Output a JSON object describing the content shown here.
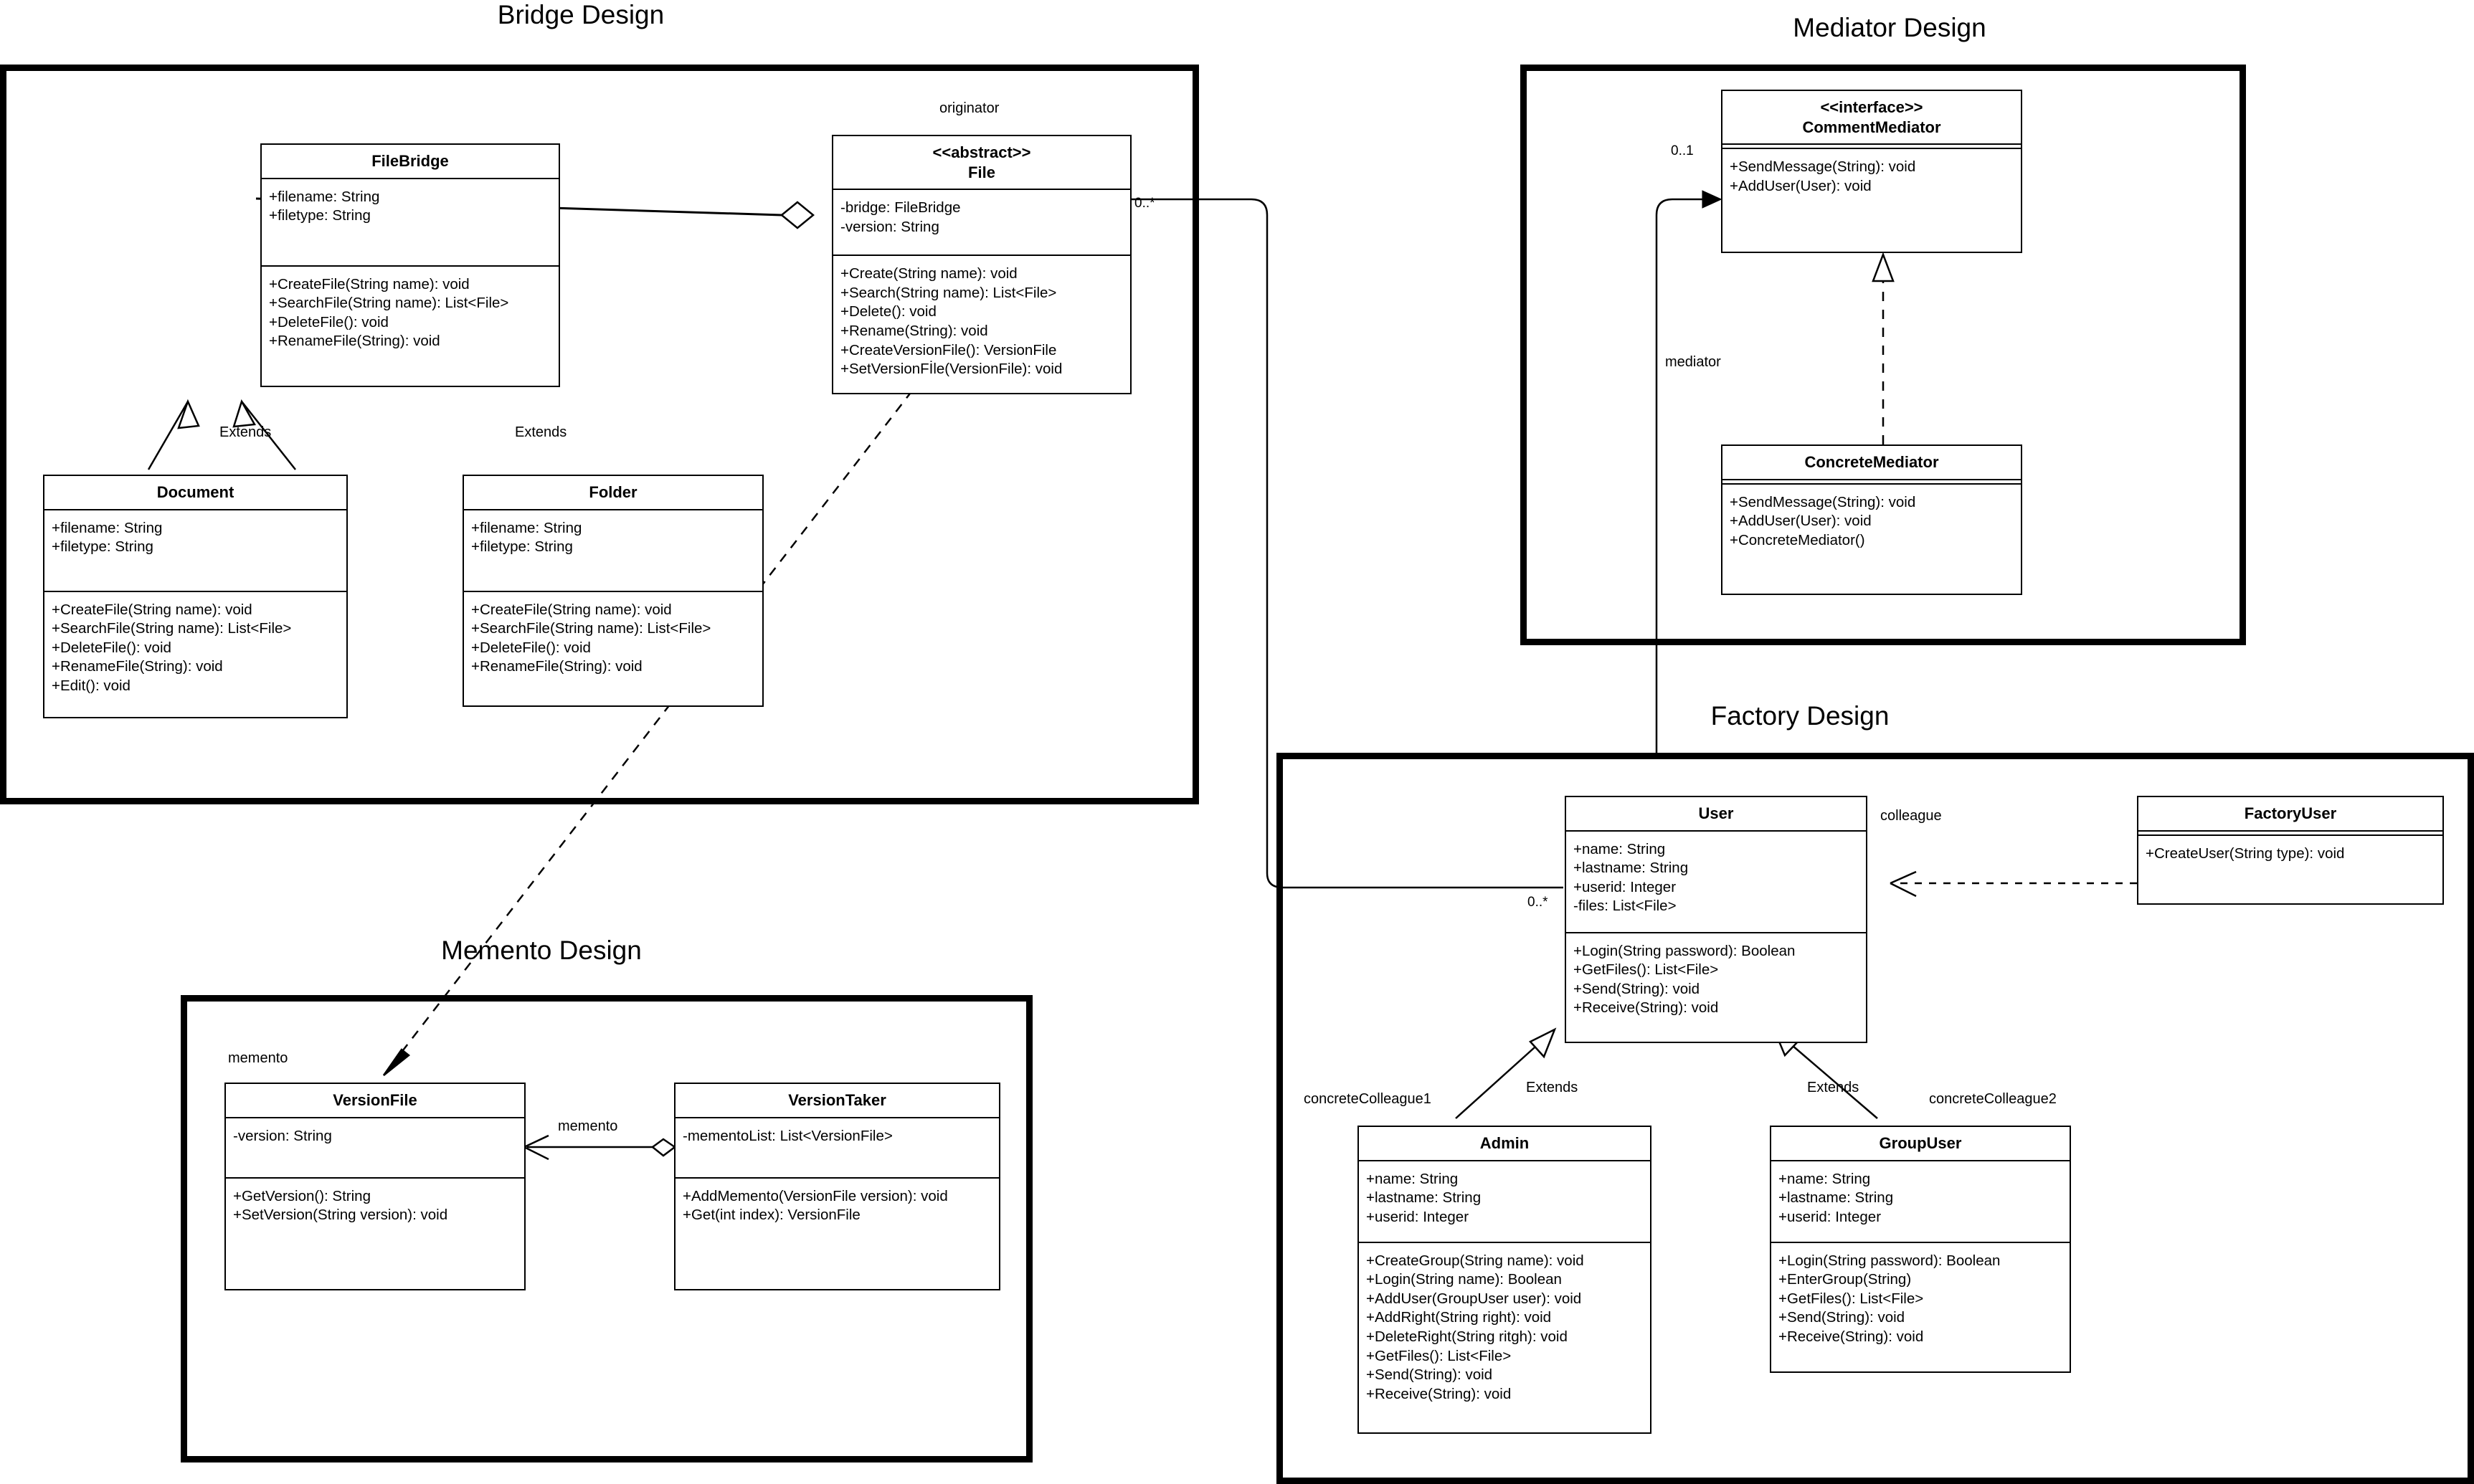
{
  "sections": [
    {
      "id": "bridge",
      "title": "Bridge Design"
    },
    {
      "id": "mediator",
      "title": "Mediator Design"
    },
    {
      "id": "memento",
      "title": "Memento Design"
    },
    {
      "id": "factory",
      "title": "Factory Design"
    }
  ],
  "classes": {
    "filebridge": {
      "stereotype": "",
      "name": "FileBridge",
      "attributes": [
        "+filename: String",
        "+filetype: String"
      ],
      "operations": [
        "+CreateFile(String name): void",
        "+SearchFile(String name): List<File>",
        "+DeleteFile(): void",
        "+RenameFile(String): void"
      ]
    },
    "file": {
      "stereotype": "<<abstract>>",
      "name": "File",
      "attributes": [
        "-bridge: FileBridge",
        "-version: String"
      ],
      "operations": [
        "+Create(String name): void",
        "+Search(String name): List<File>",
        "+Delete(): void",
        "+Rename(String): void",
        "+CreateVersionFile(): VersionFile",
        "+SetVersionFİle(VersionFile): void"
      ]
    },
    "document": {
      "stereotype": "",
      "name": "Document",
      "attributes": [
        "+filename: String",
        "+filetype: String"
      ],
      "operations": [
        "+CreateFile(String name): void",
        "+SearchFile(String name): List<File>",
        "+DeleteFile(): void",
        "+RenameFile(String): void",
        "+Edit(): void"
      ]
    },
    "folder": {
      "stereotype": "",
      "name": "Folder",
      "attributes": [
        "+filename: String",
        "+filetype: String"
      ],
      "operations": [
        "+CreateFile(String name): void",
        "+SearchFile(String name): List<File>",
        "+DeleteFile(): void",
        "+RenameFile(String): void"
      ]
    },
    "commentmediator": {
      "stereotype": "<<interface>>",
      "name": "CommentMediator",
      "attributes": [],
      "operations": [
        "+SendMessage(String): void",
        "+AddUser(User): void"
      ]
    },
    "concretemediator": {
      "stereotype": "",
      "name": "ConcreteMediator",
      "attributes": [],
      "operations": [
        "+SendMessage(String): void",
        "+AddUser(User): void",
        "+ConcreteMediator()"
      ]
    },
    "versionfile": {
      "stereotype": "",
      "name": "VersionFile",
      "attributes": [
        "-version: String"
      ],
      "operations": [
        "+GetVersion(): String",
        "+SetVersion(String version): void"
      ]
    },
    "versiontaker": {
      "stereotype": "",
      "name": "VersionTaker",
      "attributes": [
        "-mementoList: List<VersionFile>"
      ],
      "operations": [
        "+AddMemento(VersionFile version): void",
        "+Get(int index): VersionFile"
      ]
    },
    "user": {
      "stereotype": "",
      "name": "User",
      "attributes": [
        "+name: String",
        "+lastname: String",
        "+userid: Integer",
        "-files: List<File>"
      ],
      "operations": [
        "+Login(String password): Boolean",
        "+GetFiles(): List<File>",
        "+Send(String): void",
        "+Receive(String): void"
      ]
    },
    "factoryuser": {
      "stereotype": "",
      "name": "FactoryUser",
      "attributes": [],
      "operations": [
        "+CreateUser(String type): void"
      ]
    },
    "admin": {
      "stereotype": "",
      "name": "Admin",
      "attributes": [
        "+name: String",
        "+lastname: String",
        "+userid: Integer"
      ],
      "operations": [
        "+CreateGroup(String name): void",
        "+Login(String name): Boolean",
        "+AddUser(GroupUser user): void",
        "+AddRight(String right): void",
        "+DeleteRight(String ritgh): void",
        "+GetFiles(): List<File>",
        "+Send(String): void",
        "+Receive(String): void"
      ]
    },
    "groupuser": {
      "stereotype": "",
      "name": "GroupUser",
      "attributes": [
        "+name: String",
        "+lastname: String",
        "+userid: Integer"
      ],
      "operations": [
        "+Login(String password): Boolean",
        "+EnterGroup(String)",
        "+GetFiles(): List<File>",
        "+Send(String): void",
        "+Receive(String): void"
      ]
    }
  },
  "labels": {
    "originator": "originator",
    "extends_document": "Extends",
    "extends_folder": "Extends",
    "extends_admin": "Extends",
    "extends_groupuser": "Extends",
    "mediator": "mediator",
    "memento_role": "memento",
    "memento_assoc": "memento",
    "colleague": "colleague",
    "concrete_colleague1": "concreteColleague1",
    "concrete_colleague2": "concreteColleague2"
  },
  "multiplicities": {
    "file_right": "0..*",
    "mediator_01": "0..1",
    "user_left": "0..*"
  },
  "colors": {
    "stroke": "#000000",
    "background": "#ffffff"
  }
}
